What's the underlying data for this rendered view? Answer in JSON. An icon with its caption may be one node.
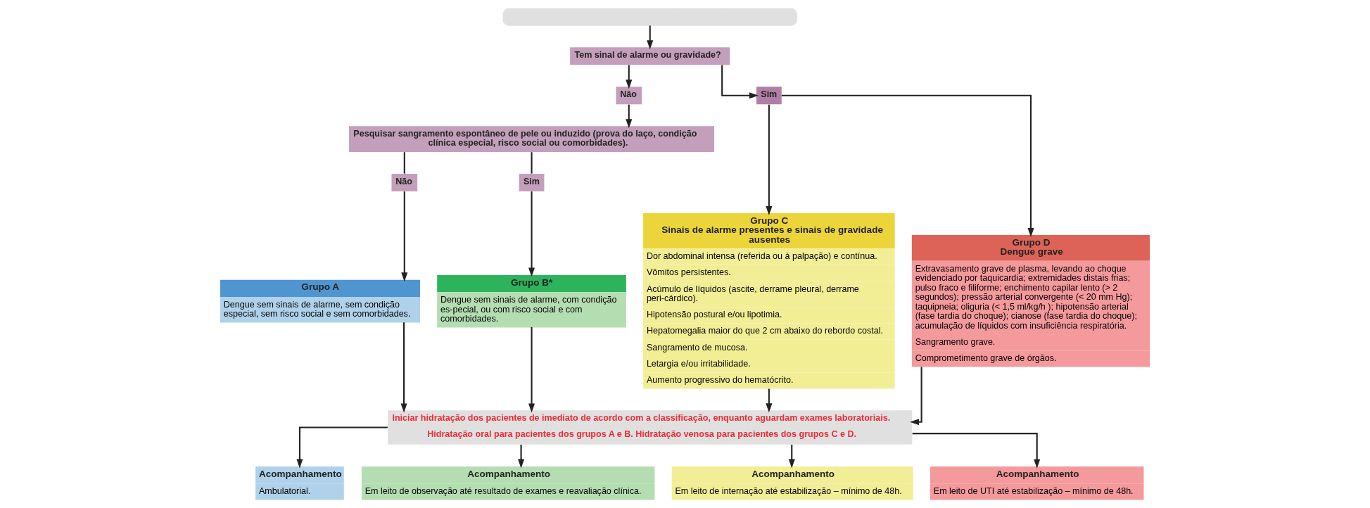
{
  "diagram": {
    "nodes": [
      {
        "text": [],
        "shape": "box"
      },
      {
        "text": [
          "Tem sinal de alarme ou gravidade?"
        ]
      },
      {
        "text": [
          "Não"
        ]
      },
      {
        "text": [
          "Sim"
        ]
      },
      {
        "text": [
          "Pesquisar sangramento espontâneo de pele ou induzido (prova do laço, condição clínica especial, risco social ou comorbidades)."
        ]
      },
      {
        "text": [
          "Não"
        ]
      },
      {
        "text": [
          "Sim"
        ]
      },
      {
        "text": [
          "Grupo A",
          "Dengue sem sinais de alarme, sem condição especial, sem risco social e sem comorbidades."
        ]
      },
      {
        "text": [
          "Grupo B*",
          "Dengue sem sinais de alarme, com condição es-pecial, ou com risco social e com comorbidades."
        ]
      },
      {
        "text": [
          "Grupo C",
          "Sinais de alarme presentes e sinais de gravidade ausentes",
          "Dor abdominal intensa (referida ou à palpação) e contínua.",
          "Vômitos persistentes.",
          "Acúmulo de líquidos (ascite, derrame pleural, derrame peri-cárdico).",
          "Hipotensão postural e/ou lipotimia.",
          "Hepatomegalia maior do que 2 cm abaixo do rebordo costal.",
          "Sangramento de mucosa.",
          "Letargia e/ou irritabilidade.",
          "Aumento progressivo do hematócrito."
        ]
      },
      {
        "text": [
          "Grupo D",
          "Dengue grave",
          "Extravasamento grave de plasma, levando ao choque evidenciado por taquicardia; extremidades distais frias; pulso fraco e filiforme; enchimento capilar lento (> 2 segundos); pressão arterial convergente (< 20 mm Hg); taquipneia; oliguria (< 1,5 ml/kg/h ); hipotensão arterial (fase tardia do choque); cianose (fase tardia do choque); acumulação de líquidos com insuficiência respiratória.",
          "Sangramento grave.",
          "Comprometimento grave de órgãos."
        ]
      },
      {
        "text": [
          "Iniciar hidratação dos pacientes de imediato de acordo com a classificação, enquanto aguardam exames laboratoriais.",
          "Hidratação oral para pacientes dos grupos A e B. Hidratação venosa para pacientes dos grupos C e D."
        ]
      },
      {
        "text": [
          "Acompanhamento",
          "Ambulatorial."
        ]
      },
      {
        "text": [
          "Acompanhamento",
          "Em leito de observação até resultado de exames e reavaliação clínica."
        ]
      },
      {
        "text": [
          "Acompanhamento",
          "Em leito de internação até estabilização – mínimo de 48h."
        ]
      },
      {
        "text": [
          "Acompanhamento",
          "Em leito de UTI até estabilização – mínimo de 48h."
        ]
      }
    ],
    "edges": [
      {
        "from": 0,
        "to": 1,
        "arrow": "to"
      },
      {
        "from": 1,
        "to": 2,
        "arrow": "to"
      },
      {
        "from": 1,
        "to": 3,
        "arrow": "to"
      },
      {
        "from": 2,
        "to": 4,
        "arrow": "to"
      },
      {
        "from": 3,
        "to": 9,
        "arrow": "to"
      },
      {
        "from": 3,
        "to": 10,
        "arrow": "to"
      },
      {
        "from": 4,
        "to": 5,
        "arrow": "none"
      },
      {
        "from": 4,
        "to": 6,
        "arrow": "none"
      },
      {
        "from": 5,
        "to": 7,
        "arrow": "to"
      },
      {
        "from": 6,
        "to": 8,
        "arrow": "to"
      },
      {
        "from": 7,
        "to": 11,
        "arrow": "to"
      },
      {
        "from": 8,
        "to": 11,
        "arrow": "to"
      },
      {
        "from": 9,
        "to": 11,
        "arrow": "to"
      },
      {
        "from": 10,
        "to": 11,
        "arrow": "to"
      },
      {
        "from": 11,
        "to": 12,
        "arrow": "to"
      },
      {
        "from": 11,
        "to": 13,
        "arrow": "to"
      },
      {
        "from": 11,
        "to": 14,
        "arrow": "to"
      },
      {
        "from": 11,
        "to": 15,
        "arrow": "to"
      }
    ]
  }
}
